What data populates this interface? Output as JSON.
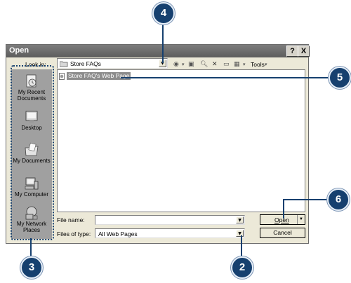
{
  "dialog": {
    "title": "Open",
    "help_label": "?",
    "close_label": "X"
  },
  "lookin": {
    "label": "Look in:",
    "value": "Store FAQs"
  },
  "toolbar": {
    "tools_label": "Tools"
  },
  "places": [
    {
      "label": "My Recent Documents",
      "icon": "recent-documents-icon"
    },
    {
      "label": "Desktop",
      "icon": "desktop-icon"
    },
    {
      "label": "My Documents",
      "icon": "my-documents-icon"
    },
    {
      "label": "My Computer",
      "icon": "my-computer-icon"
    },
    {
      "label": "My Network Places",
      "icon": "network-places-icon"
    }
  ],
  "files": [
    {
      "name": "Store FAQ's Web Page",
      "selected": true
    }
  ],
  "filename": {
    "label": "File name:",
    "value": ""
  },
  "filetype": {
    "label": "Files of type:",
    "value": "All Web Pages"
  },
  "buttons": {
    "open": "Open",
    "cancel": "Cancel"
  },
  "callouts": {
    "c2": "2",
    "c3": "3",
    "c4": "4",
    "c5": "5",
    "c6": "6"
  },
  "colors": {
    "callout_fill": "#16406f",
    "dialog_face": "#ece9d8",
    "titlebar": "#6b6b6b"
  }
}
